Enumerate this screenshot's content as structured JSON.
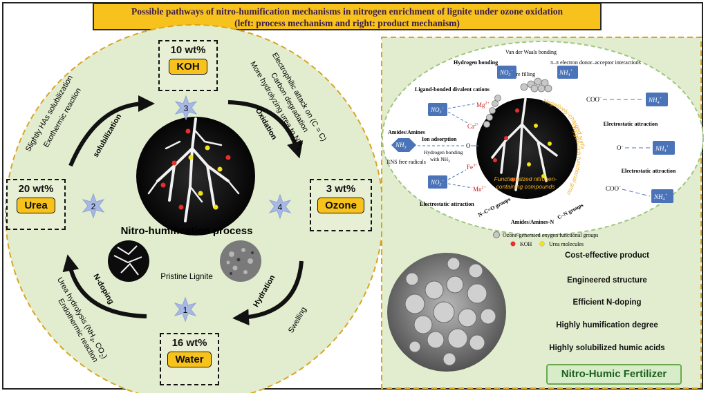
{
  "title": {
    "line1": "Possible pathways of nitro-humification mechanisms in nitrogen enrichment of lignite under ozone oxidation",
    "line2": "(left: process mechanism and right: product mechanism)"
  },
  "process": {
    "center_label": "Nitro-humification process",
    "pristine_label": "Pristine Lignite",
    "reagents": [
      {
        "pct": "10 wt%",
        "name": "KOH"
      },
      {
        "pct": "20 wt%",
        "name": "Urea"
      },
      {
        "pct": "3 wt%",
        "name": "Ozone"
      },
      {
        "pct": "16 wt%",
        "name": "Water"
      }
    ],
    "steps": [
      "1",
      "2",
      "3",
      "4"
    ],
    "arrow_labels": {
      "solubilization": "solubilization",
      "oxidation": "Oxidation",
      "hydration": "Hydration",
      "ndoping": "N-doping"
    },
    "notes": {
      "top_left_1": "Slightly HAs solubilization",
      "top_left_2": "Exothermic reaction",
      "top_right_1": "Electrophilic attack on (C = C)",
      "top_right_2": "Carbon degradation",
      "top_right_3": "More hydrolyzing urea to NH",
      "top_right_3_sub": "3",
      "bottom_left_1a": "Urea hydrolysis (NH",
      "bottom_left_1b": ", CO",
      "bottom_left_1c": ")",
      "sub3": "3",
      "sub2": "2",
      "bottom_left_2": "Endothermic reaction",
      "bottom_right": "Swelling"
    }
  },
  "product": {
    "labels": {
      "vdw": "Van der Waals bonding",
      "pipi": "π–π electron donor–acceptor interactions",
      "hbond": "Hydrogen bonding",
      "pore": "Pore filling",
      "ligand": "Ligand-bonded divalent cations",
      "neg_surface": "Negatively-charged surface",
      "oxy_groups": "Oxygen-rich functional groups",
      "amides": "Amides/Amines",
      "ion_ads": "Ion adsorption",
      "hbond_nh3": "Hydrogen bonding",
      "with_nh3": "with NH",
      "rns": "RNS free radicals",
      "elec1": "Electrostatic attraction",
      "elec2": "Electrostatic attraction",
      "elec3": "Electrostatic attraction",
      "func_n1": "Functionalized nitrogen-",
      "func_n2": "containing compounds",
      "ncco": "N–C=O groups",
      "amides_n": "Amides/Amines-N",
      "cn": "C–N groups",
      "coo1": "COO",
      "coo2": "COO",
      "o1": "O",
      "o2": "O",
      "minus": "–"
    },
    "ions": {
      "no3": "NO",
      "no3_sub": "3",
      "nh4": "NH",
      "nh4_sub": "4",
      "nh3": "NH",
      "nh3_sub": "3",
      "mg": "Mg",
      "mg_sup": "2+",
      "ca": "Ca",
      "ca_sup": "2+",
      "fe": "Fe",
      "fe_sup": "3+",
      "mn": "Mn",
      "mn_sup": "2+",
      "minus_sup": "−",
      "plus_sup": "+"
    },
    "legend": {
      "ozone": "Ozone-generated oxygen functional groups",
      "koh": "KOH",
      "urea": "Urea molecules"
    },
    "properties": [
      "Cost-effective product",
      "Engineered structure",
      "Efficient N-doping",
      "Highly humification degree",
      "Highly solubilized humic acids"
    ],
    "fertilizer": "Nitro-Humic Fertilizer"
  },
  "colors": {
    "background_green": "#e2edcf",
    "gold": "#f7c21b",
    "ion_blue": "#4a73b8",
    "dashed_gold": "#d9a520",
    "star": "#a7b8e4"
  }
}
